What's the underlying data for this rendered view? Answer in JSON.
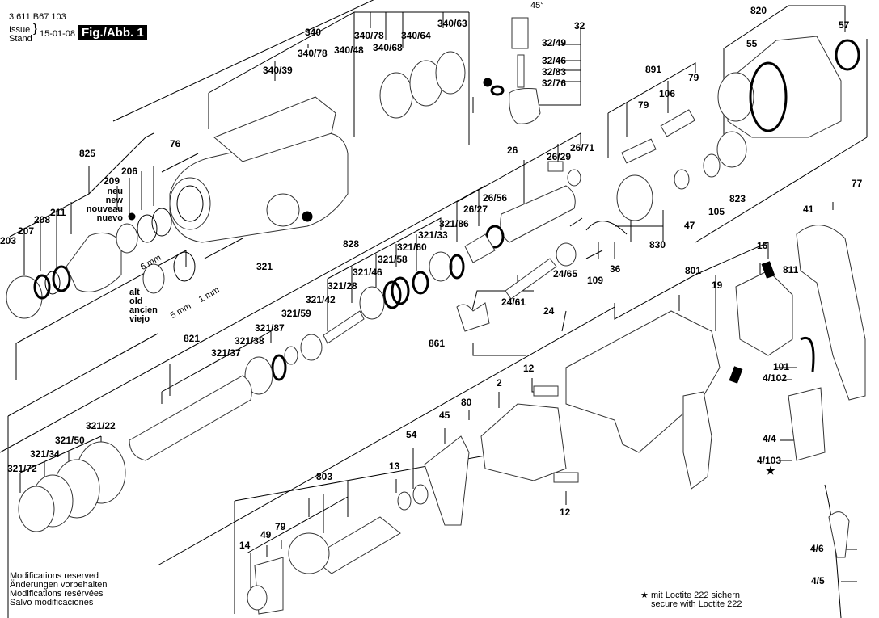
{
  "header": {
    "part_number": "3 611 B67 103",
    "issue_label_1": "Issue",
    "issue_label_2": "Stand",
    "issue_date": "15-01-08",
    "figure_label": "Fig./Abb. 1"
  },
  "notes": {
    "modifications": [
      "Modifications reserved",
      "Änderungen vorbehalten",
      "Modifications resérvées",
      "Salvo modificaciones"
    ],
    "loctite_1": "mit Loctite 222 sichern",
    "loctite_2": "secure with Loctite 222",
    "star": "★"
  },
  "annotations": {
    "new": [
      "neu",
      "new",
      "nouveau",
      "nuevo"
    ],
    "old": [
      "alt",
      "old",
      "ancien",
      "viejo"
    ],
    "dim_6mm": "6 mm",
    "dim_5mm": "5 mm",
    "dim_1mm": "1 mm",
    "angle": "45°"
  },
  "parts": {
    "p340": "340",
    "p340_78a": "340/78",
    "p340_39": "340/39",
    "p340_48": "340/48",
    "p340_78b": "340/78",
    "p340_68": "340/68",
    "p340_64": "340/64",
    "p340_63": "340/63",
    "p32": "32",
    "p32_49": "32/49",
    "p32_46": "32/46",
    "p32_83": "32/83",
    "p32_76": "32/76",
    "p820": "820",
    "p57": "57",
    "p55": "55",
    "p891": "891",
    "p79a": "79",
    "p106": "106",
    "p79b": "79",
    "p825": "825",
    "p209": "209",
    "p206": "206",
    "p203": "203",
    "p207": "207",
    "p208": "208",
    "p211": "211",
    "p76": "76",
    "p26": "26",
    "p26_29": "26/29",
    "p26_71": "26/71",
    "p26_56": "26/56",
    "p26_27": "26/27",
    "p321_86": "321/86",
    "p321_33": "321/33",
    "p321_60": "321/60",
    "p321_58": "321/58",
    "p321_46": "321/46",
    "p321_28": "321/28",
    "p321_42": "321/42",
    "p321_59": "321/59",
    "p828": "828",
    "p321a": "321",
    "p821": "821",
    "p321_87": "321/87",
    "p321_38": "321/38",
    "p321_37": "321/37",
    "p321_22": "321/22",
    "p321_50": "321/50",
    "p321_34": "321/34",
    "p321_72": "321/72",
    "p47": "47",
    "p105": "105",
    "p823": "823",
    "p830": "830",
    "p77": "77",
    "p41": "41",
    "p36": "36",
    "p109": "109",
    "p24_65": "24/65",
    "p24_61": "24/61",
    "p24": "24",
    "p861": "861",
    "p801": "801",
    "p19": "19",
    "p16": "16",
    "p811": "811",
    "p101": "101",
    "p4_102": "4/102",
    "p4_4": "4/4",
    "p4_103": "4/103",
    "p4_6": "4/6",
    "p4_5": "4/5",
    "p12a": "12",
    "p2": "2",
    "p80": "80",
    "p45": "45",
    "p54": "54",
    "p13": "13",
    "p12b": "12",
    "p803": "803",
    "p14": "14",
    "p49": "49",
    "p79c": "79"
  }
}
